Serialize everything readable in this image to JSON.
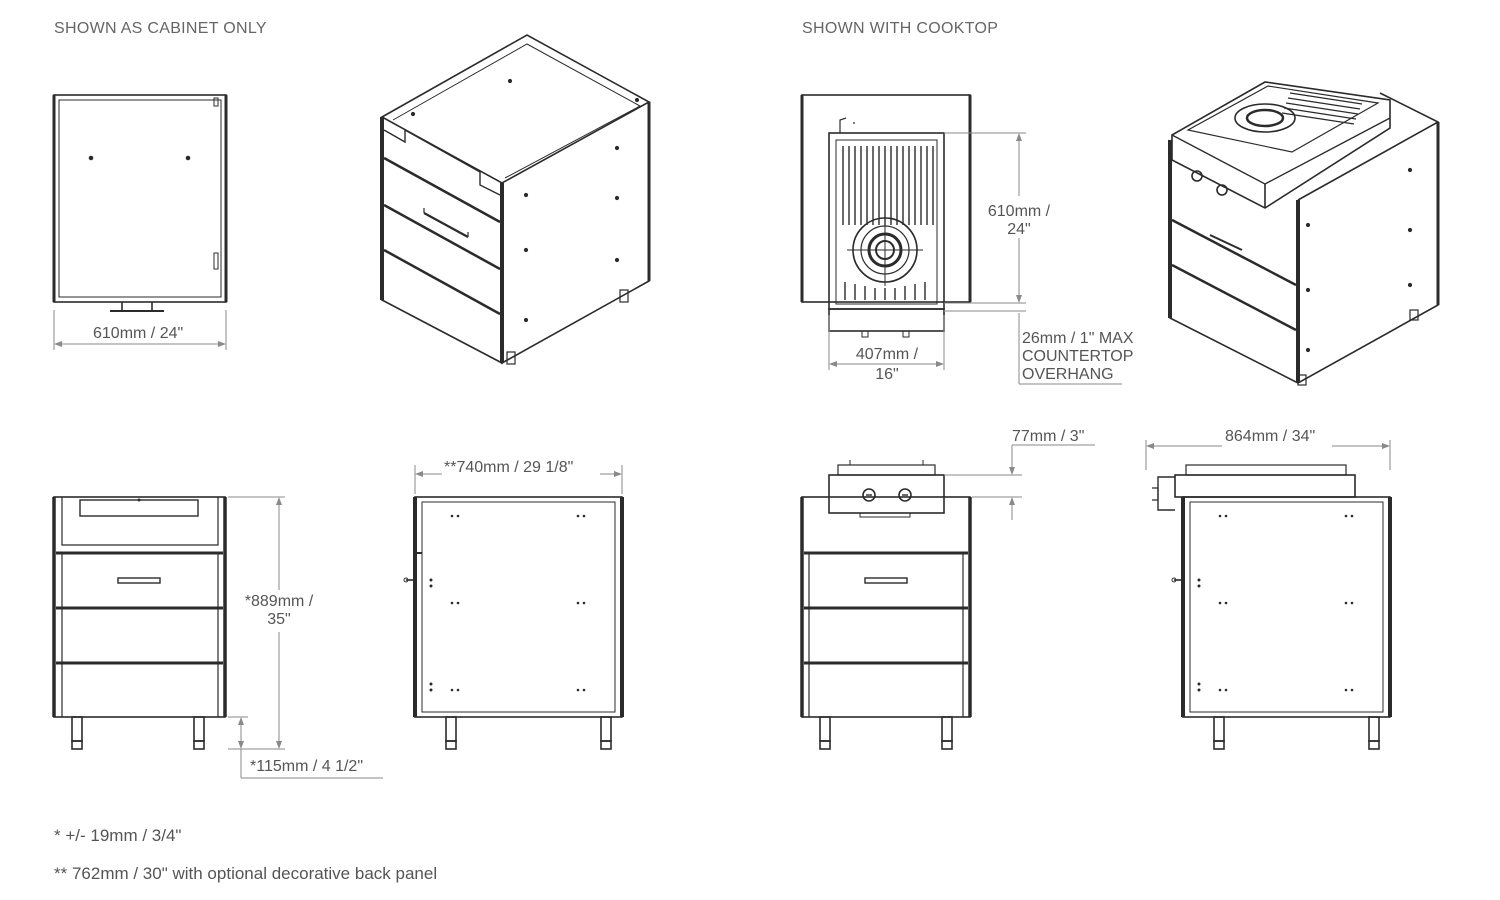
{
  "sections": {
    "cabinet_only": "SHOWN AS CABINET ONLY",
    "with_cooktop": "SHOWN WITH COOKTOP"
  },
  "dimensions": {
    "cabinet_width": "610mm / 24\"",
    "cooktop_depth_line1": "610mm /",
    "cooktop_depth_line2": "24\"",
    "cooktop_width_line1": "407mm /",
    "cooktop_width_line2": "16\"",
    "overhang_line1": "26mm / 1\" MAX",
    "overhang_line2": "COUNTERTOP",
    "overhang_line3": "OVERHANG",
    "cabinet_depth": "**740mm / 29 1/8\"",
    "cabinet_height_line1": "*889mm /",
    "cabinet_height_line2": "35\"",
    "leg_height": "*115mm / 4 1/2\"",
    "cooktop_height": "77mm / 3\"",
    "overall_depth": "864mm / 34\""
  },
  "notes": {
    "tolerance": "* +/- 19mm / 3/4\"",
    "back_panel": "** 762mm / 30\" with optional decorative back panel"
  },
  "colors": {
    "line": "#2b2b2b",
    "dimension": "#8a8a8a",
    "text": "#555555"
  }
}
